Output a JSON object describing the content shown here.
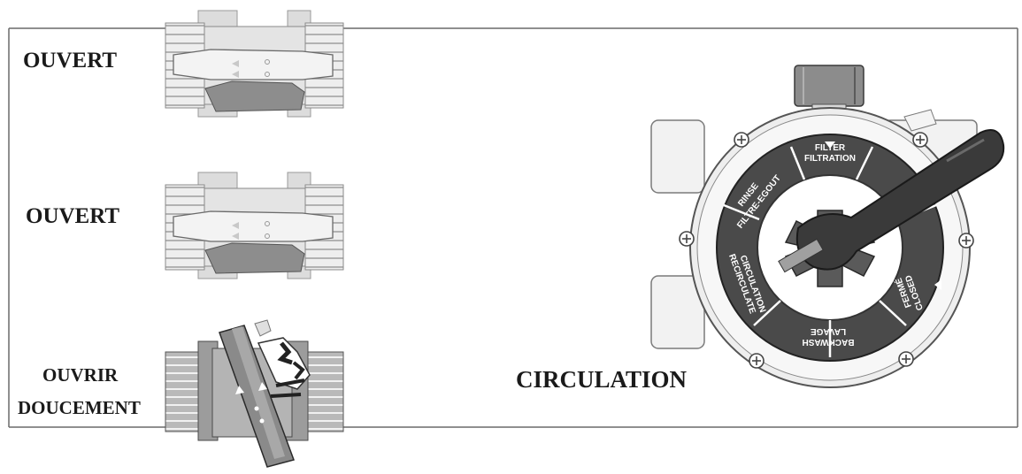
{
  "labels": {
    "valve_top": "OUVERT",
    "valve_middle": "OUVERT",
    "valve_bottom_line1": "OUVRIR",
    "valve_bottom_line2": "DOUCEMENT",
    "multiport_caption": "CIRCULATION"
  },
  "dial": {
    "positions": [
      {
        "line1": "FILTER",
        "line2": "FILTRATION"
      },
      {
        "line1": "RINSE",
        "line2": "FILTRE-EGOUT"
      },
      {
        "line1": "RECIRCULATE",
        "line2": "CIRCULATION"
      },
      {
        "line1": "BACKWASH",
        "line2": "LAVAGE"
      },
      {
        "line1": "CLOSED",
        "line2": "FERMÉ"
      }
    ]
  },
  "colors": {
    "outline": "#5a5a5a",
    "valve_body": "#e6e6e6",
    "dial_ring": "#4a4a4a",
    "handle": "#3d3d3d",
    "background": "#ffffff"
  }
}
